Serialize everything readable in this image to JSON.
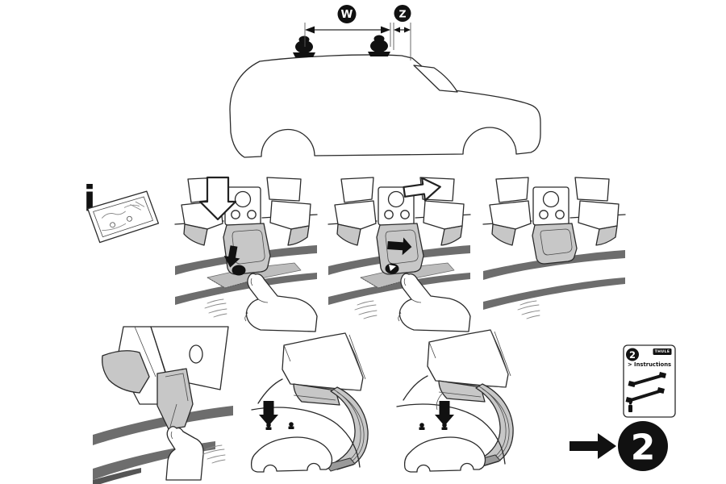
{
  "colors": {
    "line": "#2a2a2a",
    "light_gray": "#c7c7c7",
    "pad_gray": "#bdbdbd",
    "dark_gray": "#6d6d6d",
    "black": "#111111",
    "white": "#ffffff"
  },
  "dimension_diagram": {
    "width_label": "W",
    "overhang_label": "Z"
  },
  "info_section": {
    "info_symbol": "i"
  },
  "instructions_card": {
    "step_number": "2",
    "brand": "THULE",
    "title": "> Instructions"
  },
  "next_step": {
    "step_number": "2"
  }
}
